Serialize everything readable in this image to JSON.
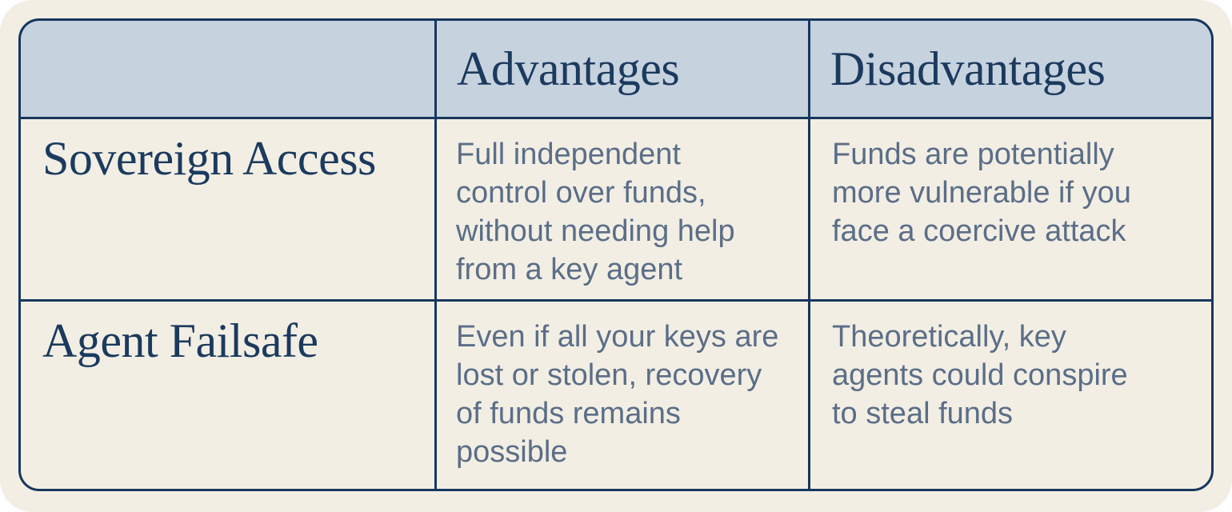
{
  "colors": {
    "page_bg": "#ffffff",
    "card_bg": "#f2eee3",
    "header_bg": "#c6d2de",
    "cell_bg": "#f2eee4",
    "border_navy": "#17375e",
    "heading_text": "#1b3a5e",
    "body_text": "#5b6e87"
  },
  "chart_data": {
    "type": "table",
    "title": "",
    "columns": [
      "",
      "Advantages",
      "Disadvantages"
    ],
    "rows": [
      {
        "label": "Sovereign Access",
        "advantages": "Full independent\ncontrol over funds,\nwithout needing help\nfrom a key agent",
        "disadvantages": "Funds are potentially\nmore vulnerable if you\nface a coercive attack"
      },
      {
        "label": "Agent Failsafe",
        "advantages": "Even if all your keys are\nlost or stolen, recovery\nof funds remains\npossible",
        "disadvantages": "Theoretically, key\nagents could conspire\nto steal funds"
      }
    ]
  }
}
